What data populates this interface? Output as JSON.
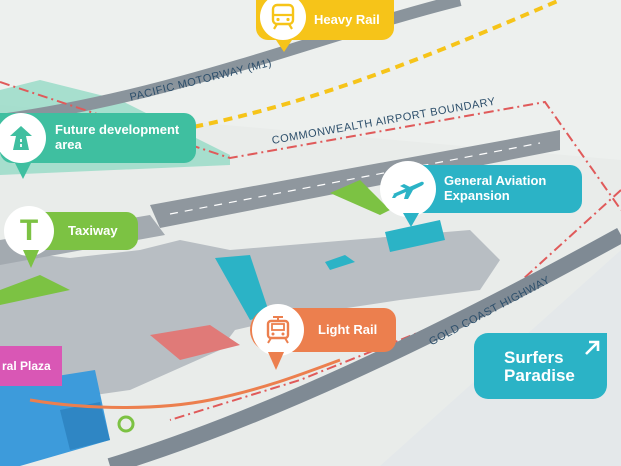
{
  "map": {
    "callouts": {
      "heavy_rail": {
        "label": "Heavy Rail",
        "icon": "train-icon",
        "color": "#f6c419"
      },
      "future_development": {
        "label_line1": "Future development",
        "label_line2": "area",
        "icon": "road-icon",
        "color": "#3fbfa0"
      },
      "taxiway": {
        "label": "Taxiway",
        "icon_letter": "T",
        "icon": "taxiway-letter-icon",
        "color": "#7cc243"
      },
      "general_aviation": {
        "label_line1": "General Aviation",
        "label_line2": "Expansion",
        "icon": "airplane-icon",
        "color": "#2bb3c6"
      },
      "light_rail": {
        "label": "Light Rail",
        "icon": "tram-icon",
        "color": "#ec7f4e"
      }
    },
    "road_labels": {
      "pacific_motorway": "PACIFIC MOTORWAY (M1)",
      "airport_boundary": "COMMONWEALTH AIRPORT BOUNDARY",
      "gold_coast_highway": "GOLD COAST HIGHWAY"
    },
    "places": {
      "plaza": "ral Plaza",
      "surfers_line1": "Surfers",
      "surfers_line2": "Paradise",
      "surfers_icon": "arrow-up-right-icon"
    },
    "colors": {
      "road": "#7f8a94",
      "boundary": "#e05a5a",
      "water": "#2bb3c6",
      "ocean": "#d9eef2",
      "green_zone": "#7cc243",
      "teal_zone": "#3fbfa0"
    }
  }
}
